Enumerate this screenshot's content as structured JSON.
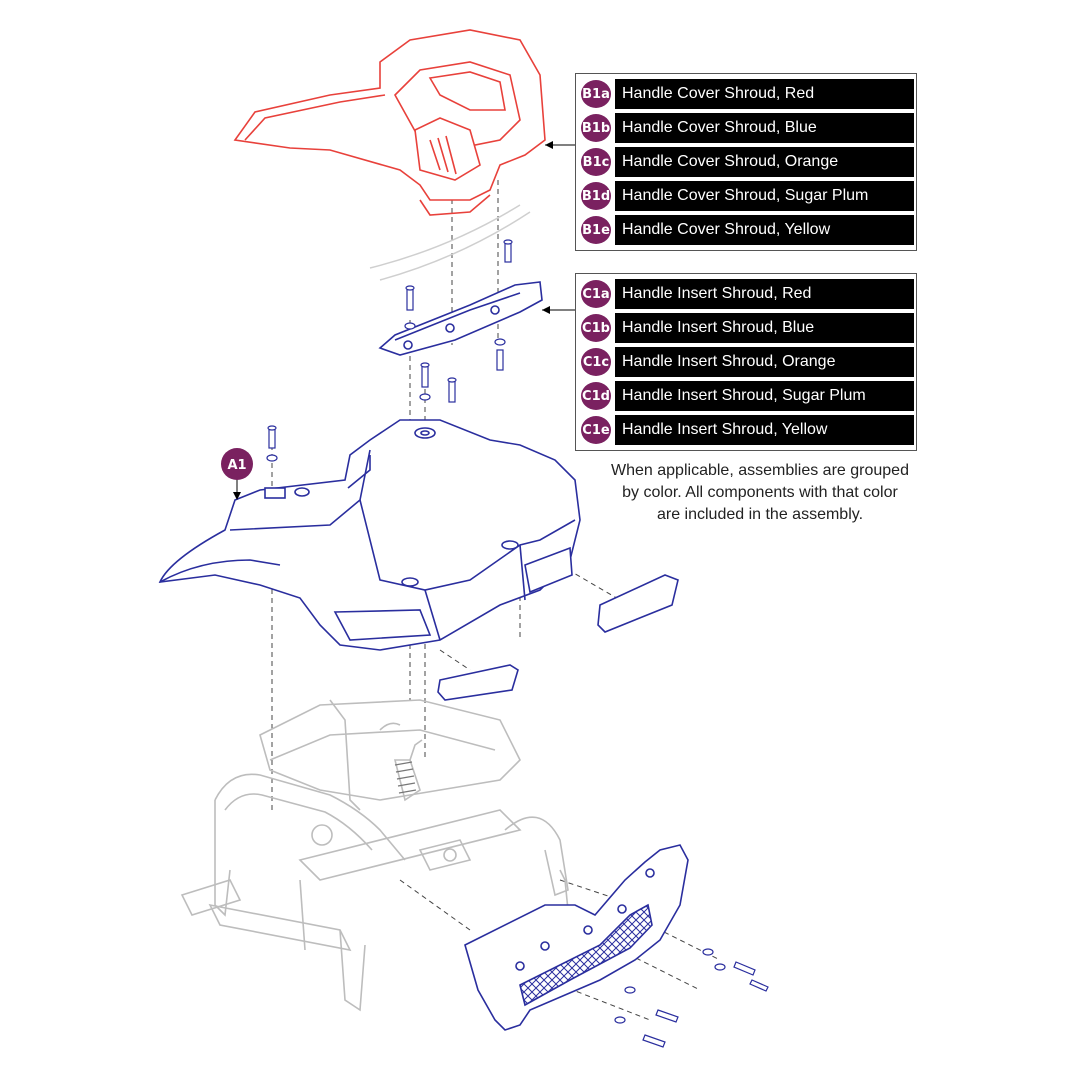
{
  "colors": {
    "badge": "#7a2160",
    "red_part": "#e8413b",
    "blue_part": "#2a2e9e",
    "frame": "#bdbdbd",
    "label_bar": "#000000",
    "label_text": "#ffffff"
  },
  "callouts": {
    "a1": "A1"
  },
  "legend": {
    "cover_group": [
      {
        "code": "B1a",
        "label": "Handle Cover Shroud, Red"
      },
      {
        "code": "B1b",
        "label": "Handle Cover Shroud, Blue"
      },
      {
        "code": "B1c",
        "label": "Handle Cover Shroud, Orange"
      },
      {
        "code": "B1d",
        "label": "Handle Cover Shroud, Sugar Plum"
      },
      {
        "code": "B1e",
        "label": "Handle Cover Shroud, Yellow"
      }
    ],
    "insert_group": [
      {
        "code": "C1a",
        "label": "Handle Insert Shroud, Red"
      },
      {
        "code": "C1b",
        "label": "Handle Insert Shroud, Blue"
      },
      {
        "code": "C1c",
        "label": "Handle Insert Shroud, Orange"
      },
      {
        "code": "C1d",
        "label": "Handle Insert Shroud, Sugar Plum"
      },
      {
        "code": "C1e",
        "label": "Handle Insert Shroud, Yellow"
      }
    ]
  },
  "note": {
    "line1": "When applicable, assemblies are grouped",
    "line2": "by color. All components with that color",
    "line3": "are included in the assembly."
  }
}
